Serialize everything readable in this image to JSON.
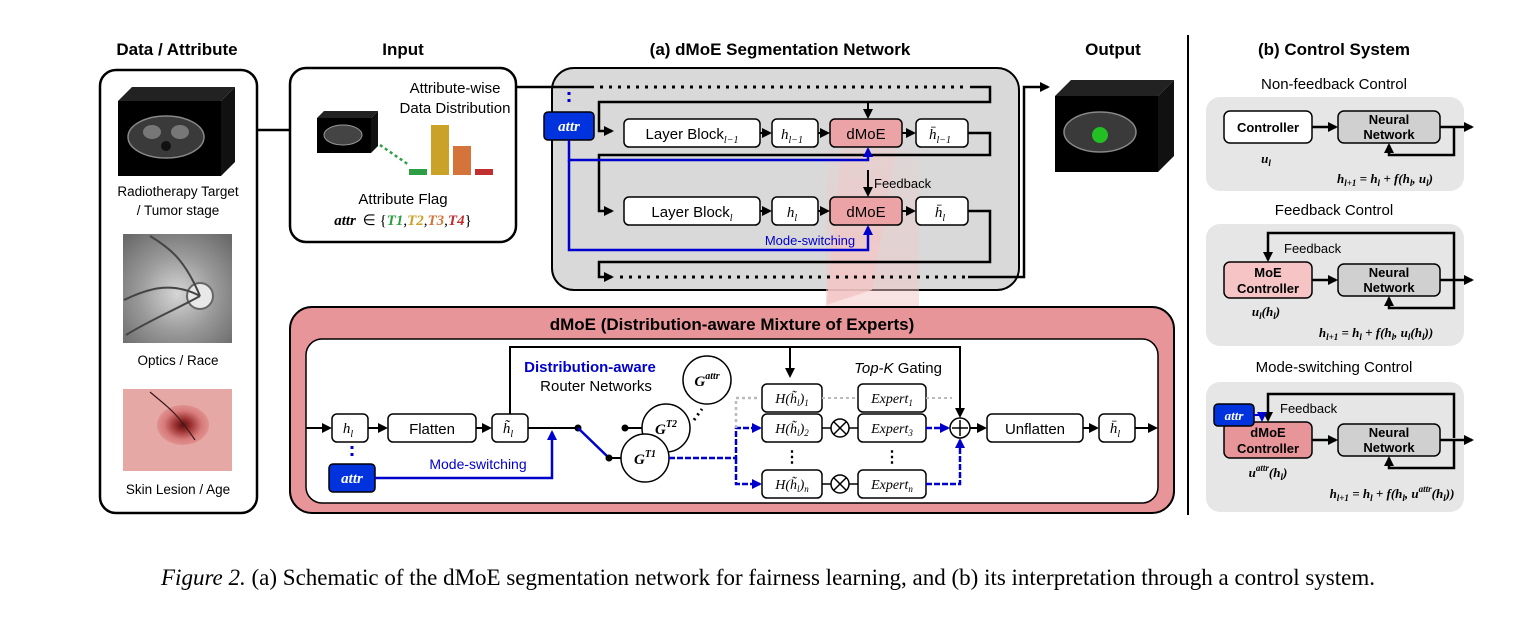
{
  "headers": {
    "data_attribute": "Data / Attribute",
    "input": "Input",
    "network": "(a) dMoE Segmentation Network",
    "output": "Output",
    "control": "(b) Control System"
  },
  "data_panel": {
    "radiotherapy_line1": "Radiotherapy Target",
    "radiotherapy_line2": "/ Tumor stage",
    "optics": "Optics / Race",
    "skin": "Skin Lesion / Age"
  },
  "input_panel": {
    "dist_line1": "Attribute-wise",
    "dist_line2": "Data Distribution",
    "flag_label": "Attribute Flag",
    "flag_attr": "attr",
    "flag_in": "∈ {",
    "t1": "T1",
    "t2": "T2",
    "t3": "T3",
    "t4": "T4",
    "close": "}",
    "colors": {
      "t1": "#2e9e44",
      "t2": "#c9a227",
      "t3": "#d4733a",
      "t4": "#c03030"
    }
  },
  "network": {
    "attr": "attr",
    "layer_prev": "Layer Block",
    "layer_prev_sub": "l−1",
    "h_prev": "h",
    "h_prev_sub": "l−1",
    "dmoe1": "dMoE",
    "hbar_prev": "h̄",
    "hbar_prev_sub": "l−1",
    "feedback": "Feedback",
    "layer_cur": "Layer Block",
    "layer_cur_sub": "l",
    "h_cur": "h",
    "h_cur_sub": "l",
    "dmoe2": "dMoE",
    "hbar_cur": "h̄",
    "hbar_cur_sub": "l",
    "mode_switching": "Mode-switching"
  },
  "dmoe_panel": {
    "title": "dMoE (Distribution-aware Mixture of Experts)",
    "h_l": "h",
    "h_l_sub": "l",
    "attr": "attr",
    "flatten": "Flatten",
    "htilde": "h̃",
    "htilde_sub": "l",
    "mode_switching": "Mode-switching",
    "router_line1": "Distribution-aware",
    "router_line2": "Router Networks",
    "g_attr": "G",
    "g_attr_sup": "attr",
    "g_t2": "G",
    "g_t2_sup": "T2",
    "g_t1": "G",
    "g_t1_sup": "T1",
    "topk_pre": "Top-",
    "topk_k": "K",
    "topk_post": " Gating",
    "h1": "H(h̃",
    "h1_sub": "l",
    "h1_post": ")",
    "h1_idx": "1",
    "h2_idx": "2",
    "hn_idx": "n",
    "expert": "Expert",
    "e1_idx": "1",
    "e3_idx": "3",
    "en_idx": "n",
    "unflatten": "Unflatten",
    "hbar": "h̄",
    "hbar_sub": "l"
  },
  "control": {
    "nonfeedback_title": "Non-feedback Control",
    "controller": "Controller",
    "neural_network_line1": "Neural",
    "neural_network_line2": "Network",
    "u_l": "u",
    "u_l_sub": "l",
    "eq1": "h",
    "eq1_sub": "l+1",
    "eq1_rest": " = h",
    "eq1_rest_sub": "l",
    "eq1_tail": " + f(h",
    "eq1_tail_sub": "l",
    "eq1_end": ", u",
    "eq1_end_sub": "l",
    "eq1_close": ")",
    "feedback_title": "Feedback Control",
    "feedback_label": "Feedback",
    "moe_line1": "MoE",
    "moe_line2": "Controller",
    "u_h": "u",
    "u_h_sub": "l",
    "u_h_post": "(h",
    "u_h_post_sub": "l",
    "u_h_close": ")",
    "eq2_pre": "h",
    "eq2_pre_sub": "l+1",
    "eq2_mid": " = h",
    "eq2_mid_sub": "l",
    "eq2_tail": " + f(h",
    "eq2_tail_sub": "l",
    "eq2_u": ", u",
    "eq2_u_sub": "l",
    "eq2_uh": "(h",
    "eq2_uh_sub": "l",
    "eq2_close": "))",
    "mode_title": "Mode-switching Control",
    "mode_feedback": "Feedback",
    "attr": "attr",
    "dmoe_line1": "dMoE",
    "dmoe_line2": "Controller",
    "u_attr": "u",
    "u_attr_sub": "l",
    "u_attr_sup": "attr",
    "u_attr_post": "(h",
    "u_attr_post_sub": "l",
    "u_attr_close": ")",
    "eq3_pre": "h",
    "eq3_pre_sub": "l+1",
    "eq3_mid": " = h",
    "eq3_mid_sub": "l",
    "eq3_tail": " + f",
    "eq3_paren": "(h",
    "eq3_paren_sub": "l",
    "eq3_u": ", u",
    "eq3_u_sub": "l",
    "eq3_u_sup": "attr",
    "eq3_uh": "(h",
    "eq3_uh_sub": "l",
    "eq3_close": "))"
  },
  "caption": {
    "figure": "Figure 2.",
    "text": " (a) Schematic of the dMoE segmentation network for fairness learning, and (b) its interpretation through a control system."
  },
  "distribution_bars": [
    0.12,
    1.0,
    0.58,
    0.12
  ],
  "palette": {
    "gray_panel": "#d9d9d9",
    "dmoe_red": "#e8959a",
    "dmoe_box": "#eba3a6",
    "blue": "#0000cc",
    "attr_fill": "#0033dd",
    "neural_gray": "#d0d0d0",
    "moe_pink": "#f6c4c4"
  }
}
